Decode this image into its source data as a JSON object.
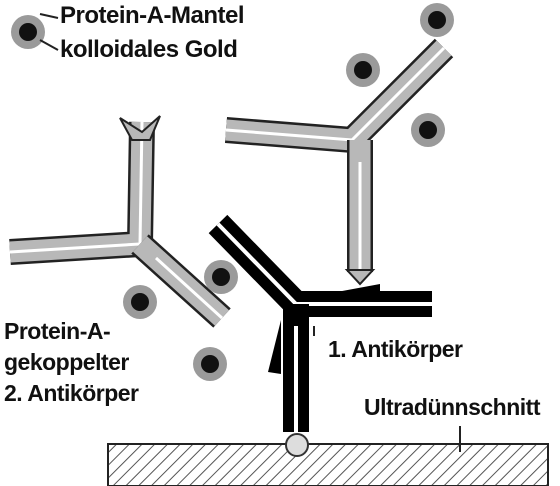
{
  "legend": {
    "line1": "Protein-A-Mantel",
    "line2": "kolloidales Gold"
  },
  "labels": {
    "secondary_line1": "Protein-A-",
    "secondary_line2": "gekoppelter",
    "secondary_line3": "2. Antikörper",
    "primary": "1. Antikörper",
    "section": "Ultradünnschnitt"
  },
  "colors": {
    "primary_antibody": "#000000",
    "secondary_antibody": "#b8b8b8",
    "gold_core": "#111111",
    "protein_a_coat": "#9a9a9a",
    "section_hatch": "#555555"
  }
}
